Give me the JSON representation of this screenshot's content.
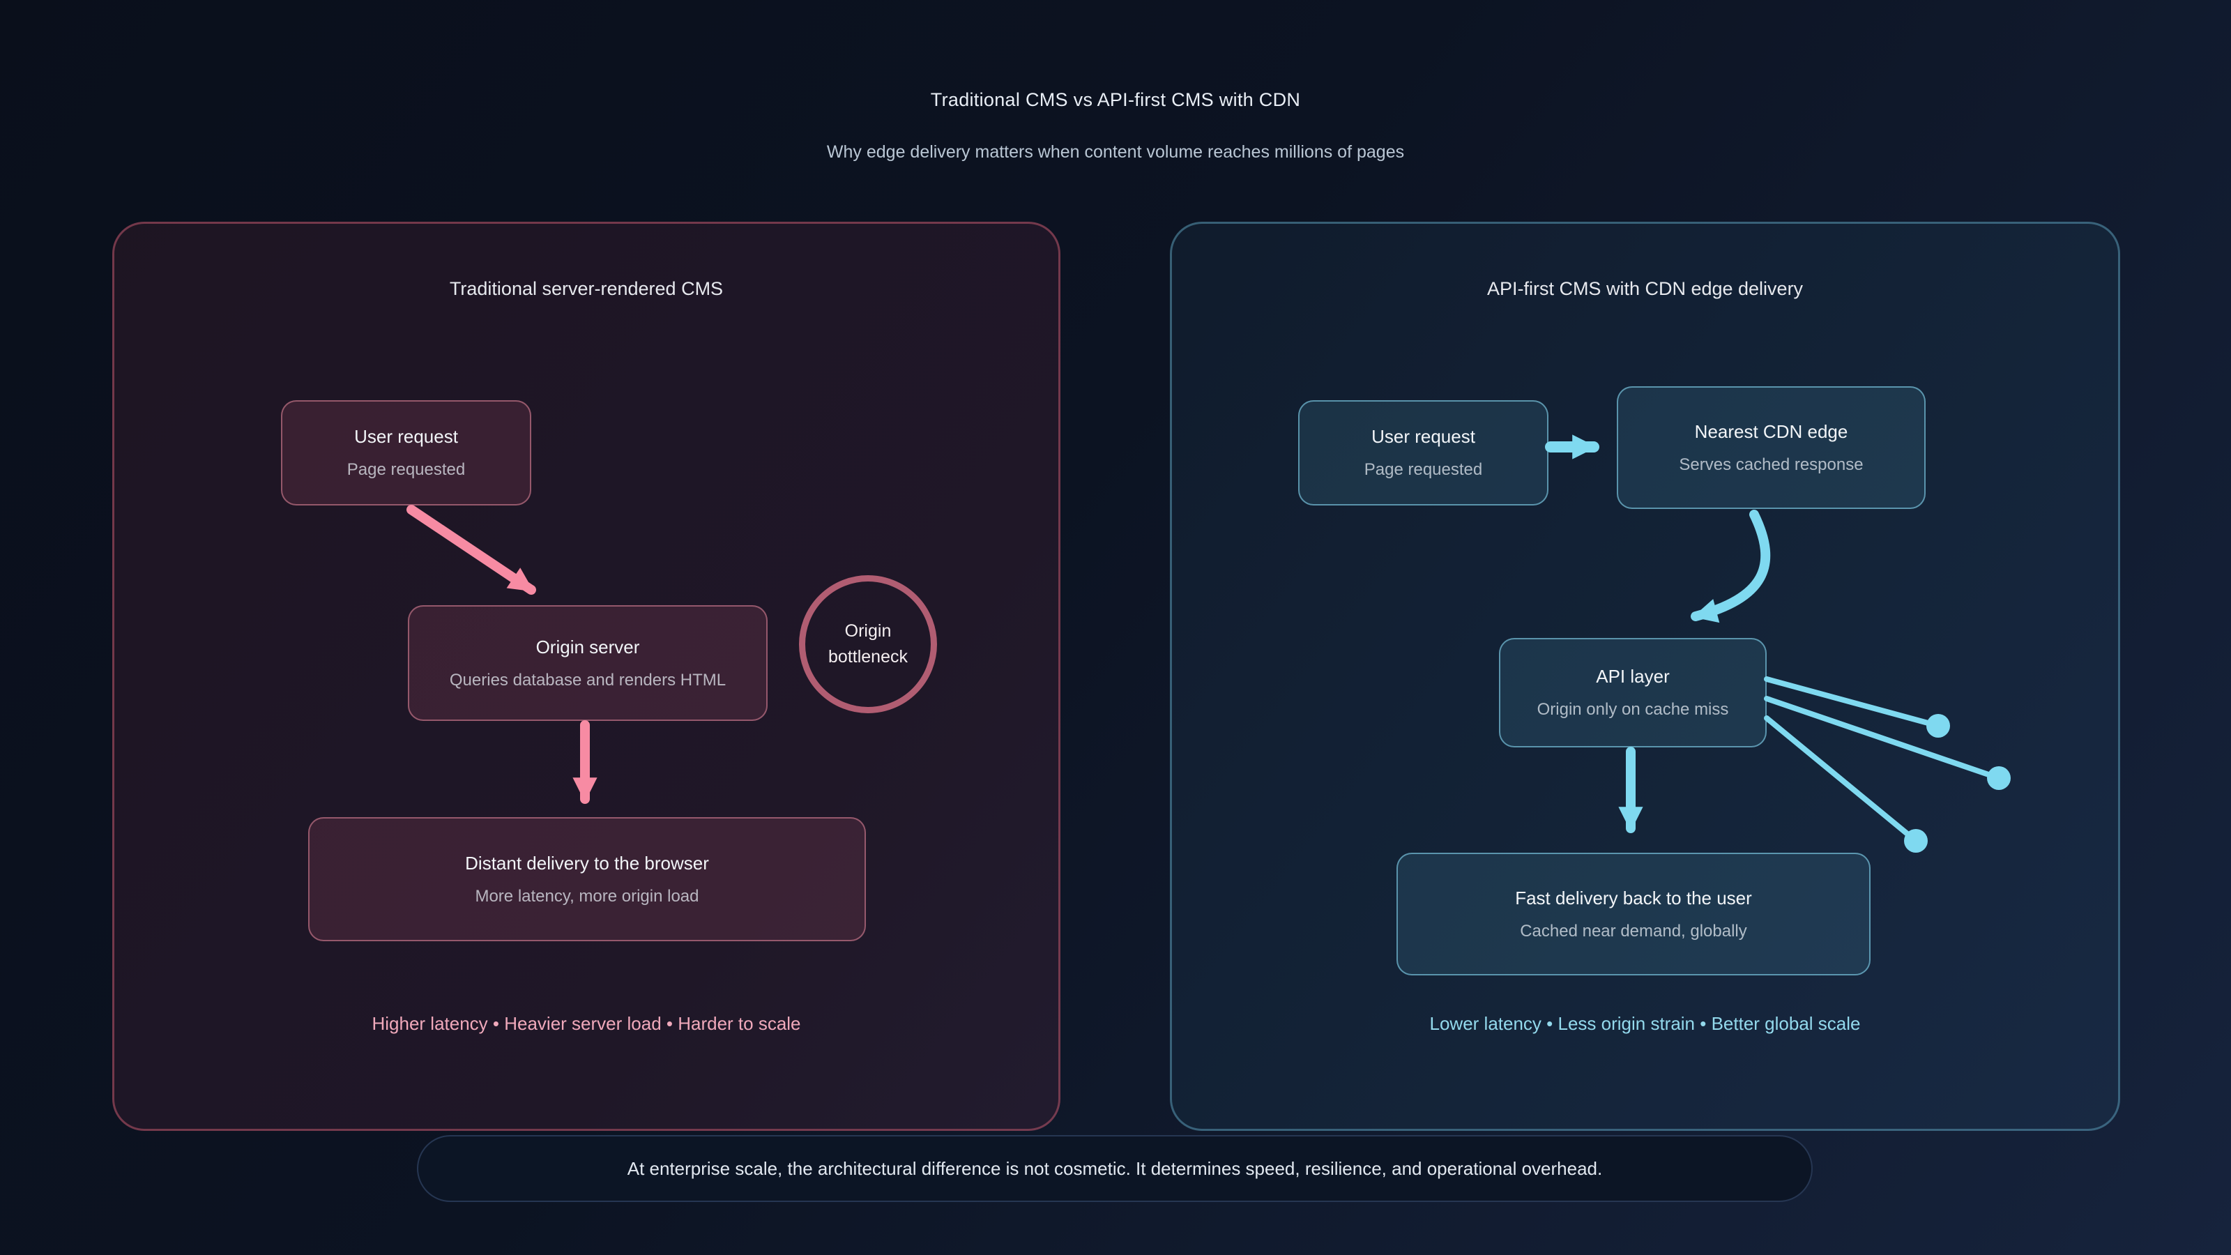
{
  "header": {
    "title": "Traditional CMS vs API-first CMS with CDN",
    "subtitle": "Why edge delivery matters when content volume reaches millions of pages"
  },
  "traditional": {
    "panel_title": "Traditional server-rendered CMS",
    "nodes": {
      "user_request": {
        "title": "User request",
        "subtitle": "Page requested"
      },
      "origin_server": {
        "title": "Origin server",
        "subtitle": "Queries database and renders HTML"
      },
      "distant_delivery": {
        "title": "Distant delivery to the browser",
        "subtitle": "More latency, more origin load"
      }
    },
    "bottleneck_label": "Origin bottleneck",
    "footer": "Higher latency • Heavier server load • Harder to scale"
  },
  "api_first": {
    "panel_title": "API-first CMS with CDN edge delivery",
    "nodes": {
      "user_request": {
        "title": "User request",
        "subtitle": "Page requested"
      },
      "cdn_edge": {
        "title": "Nearest CDN edge",
        "subtitle": "Serves cached response"
      },
      "api_layer": {
        "title": "API layer",
        "subtitle": "Origin only on cache miss"
      },
      "fast_delivery": {
        "title": "Fast delivery back to the user",
        "subtitle": "Cached near demand, globally"
      }
    },
    "footer": "Lower latency • Less origin strain • Better global scale"
  },
  "callout": "At enterprise scale, the architectural difference is not cosmetic. It determines speed, resilience, and operational overhead.",
  "colors": {
    "traditional_accent": "#f78ba3",
    "api_accent": "#7fd9f0",
    "background": "#0b1220"
  }
}
